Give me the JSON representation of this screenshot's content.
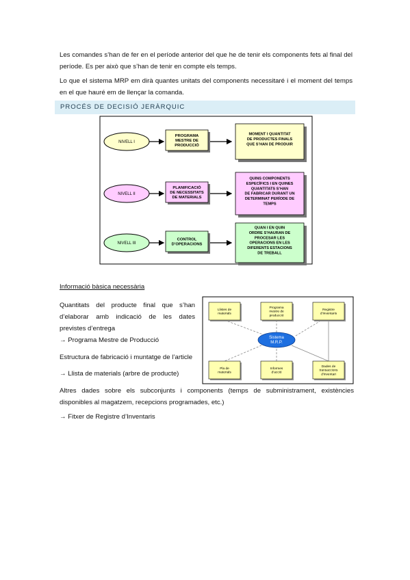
{
  "paragraphs": {
    "p1": "Les comandes s’han de fer en el període anterior del que he de tenir els components fets al final del període. Es per això que s’han de tenir en compte els temps.",
    "p2": "Lo que el sistema MRP em dirà quantes unitats del components necessitaré i el moment del temps en el que hauré em de llençar la comanda."
  },
  "section_heading": "PROCÉS DE DECISIÓ JERÀRQUIC",
  "hierarchy_diagram": {
    "levels": [
      {
        "level": "NIVELL I",
        "process": [
          "PROGRAMA",
          "MESTRE DE",
          "PRODUCCIÓ"
        ],
        "result": [
          "MOMENT I QUANTITAT",
          "DE PRODUCTES FINALS",
          "QUE S’HAN DE PRODUIR"
        ]
      },
      {
        "level": "NIVELL II",
        "process": [
          "PLANIFICACIÓ",
          "DE NECESSITATS",
          "DE MATERIALS"
        ],
        "result": [
          "QUINS COMPONENTS",
          "ESPECÍFICS I EN QUINES",
          "QUANTITATS S’HAN",
          "DE FABRICAR DURANT UN",
          "DETERMINAT PERÍODE DE",
          "TEMPS"
        ]
      },
      {
        "level": "NIVELL III",
        "process": [
          "CONTROL",
          "D’OPERACIONS"
        ],
        "result": [
          "QUAN I EN QUIN",
          "ORDRE S’HAURAN DE",
          "PROCESAR LES",
          "OPERACIONS EN LES",
          "DIFERENTS ESTACIONS",
          "DE TREBALL"
        ]
      }
    ]
  },
  "subheading": "Informació bàsica necessària",
  "info": {
    "p1": "Quantitats del producte final que s’han d’elaborar amb indicació de les dates previstes d’entrega",
    "p2": "→ Programa Mestre de Producció",
    "p3": "Estructura de fabricació i muntatge de l’article",
    "p4": "→ Llista de materials (arbre de producte)",
    "p5": "Altres dades sobre els subconjunts i components (temps de subministrament, existències disponibles al magatzem, recepcions programades, etc.)",
    "p6": "→ Fitxer de Registre d’Inventaris"
  },
  "mrp_diagram": {
    "center": [
      "Sistema",
      "M.R.P."
    ],
    "top": [
      [
        "Llistes de",
        "materials"
      ],
      [
        "Programa",
        "mestre de",
        "producció"
      ],
      [
        "Registre",
        "d’inventaris"
      ]
    ],
    "bottom": [
      [
        "Pla de",
        "materials"
      ],
      [
        "Informes",
        "d’acció"
      ],
      [
        "Dades de",
        "transaccions",
        "d’inventari"
      ]
    ]
  }
}
